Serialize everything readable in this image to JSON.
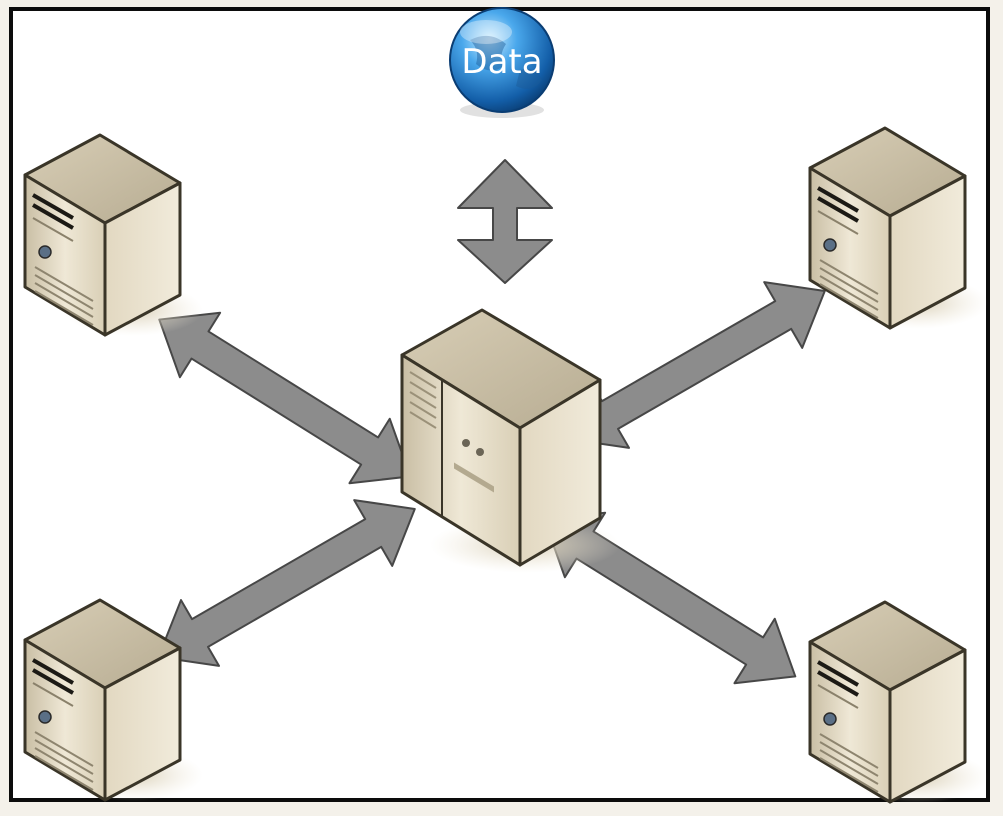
{
  "diagram": {
    "data_node": {
      "label": "Data",
      "icon": "globe-icon"
    },
    "central_server": {
      "icon": "tower-server-icon"
    },
    "clients": [
      {
        "id": "top-left",
        "icon": "server-icon"
      },
      {
        "id": "top-right",
        "icon": "server-icon"
      },
      {
        "id": "bottom-left",
        "icon": "server-icon"
      },
      {
        "id": "bottom-right",
        "icon": "server-icon"
      }
    ],
    "connections": [
      {
        "from": "data",
        "to": "central",
        "style": "double-arrow"
      },
      {
        "from": "central",
        "to": "top-left",
        "style": "double-arrow"
      },
      {
        "from": "central",
        "to": "top-right",
        "style": "double-arrow"
      },
      {
        "from": "central",
        "to": "bottom-left",
        "style": "double-arrow"
      },
      {
        "from": "central",
        "to": "bottom-right",
        "style": "double-arrow"
      }
    ],
    "colors": {
      "arrow": "#8c8c8c",
      "server_body": "#e8dfcb",
      "globe": "#1f7fd0",
      "frame": "#0c0c0c"
    }
  }
}
